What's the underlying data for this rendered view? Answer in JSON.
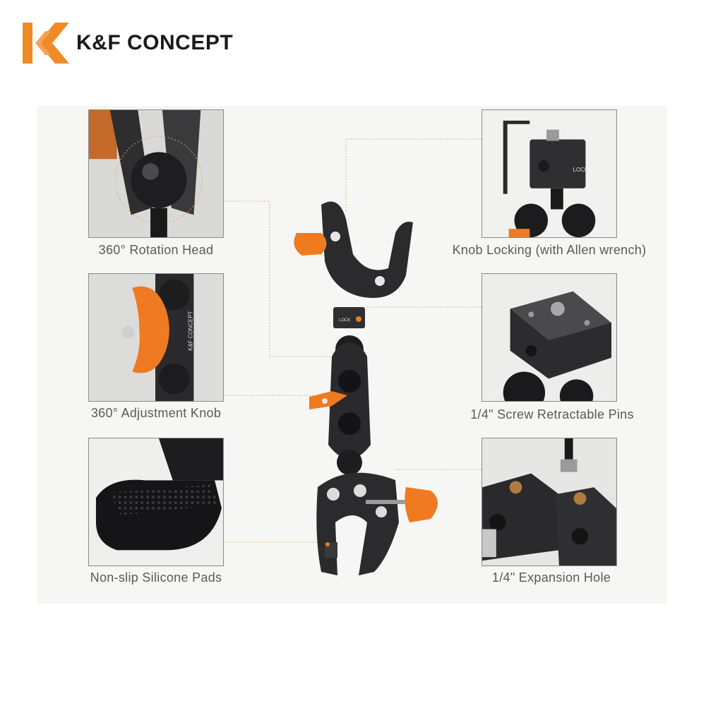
{
  "brand": {
    "name": "K&F CONCEPT",
    "accent": "#f08a24"
  },
  "features": {
    "rotation_head": "360° Rotation Head",
    "knob_locking": "Knob Locking (with Allen wrench)",
    "adjustment_knob": "360° Adjustment Knob",
    "screw_pins": "1/4\" Screw Retractable Pins",
    "silicone_pads": "Non-slip Silicone Pads",
    "expansion_hole": "1/4\" Expansion Hole"
  },
  "product_marks": {
    "arm_brand": "K&F CONCEPT",
    "lock": "LOCK"
  },
  "colors": {
    "metal": "#2b2b2d",
    "orange": "#f07a20",
    "leader": "#e9b26a"
  }
}
